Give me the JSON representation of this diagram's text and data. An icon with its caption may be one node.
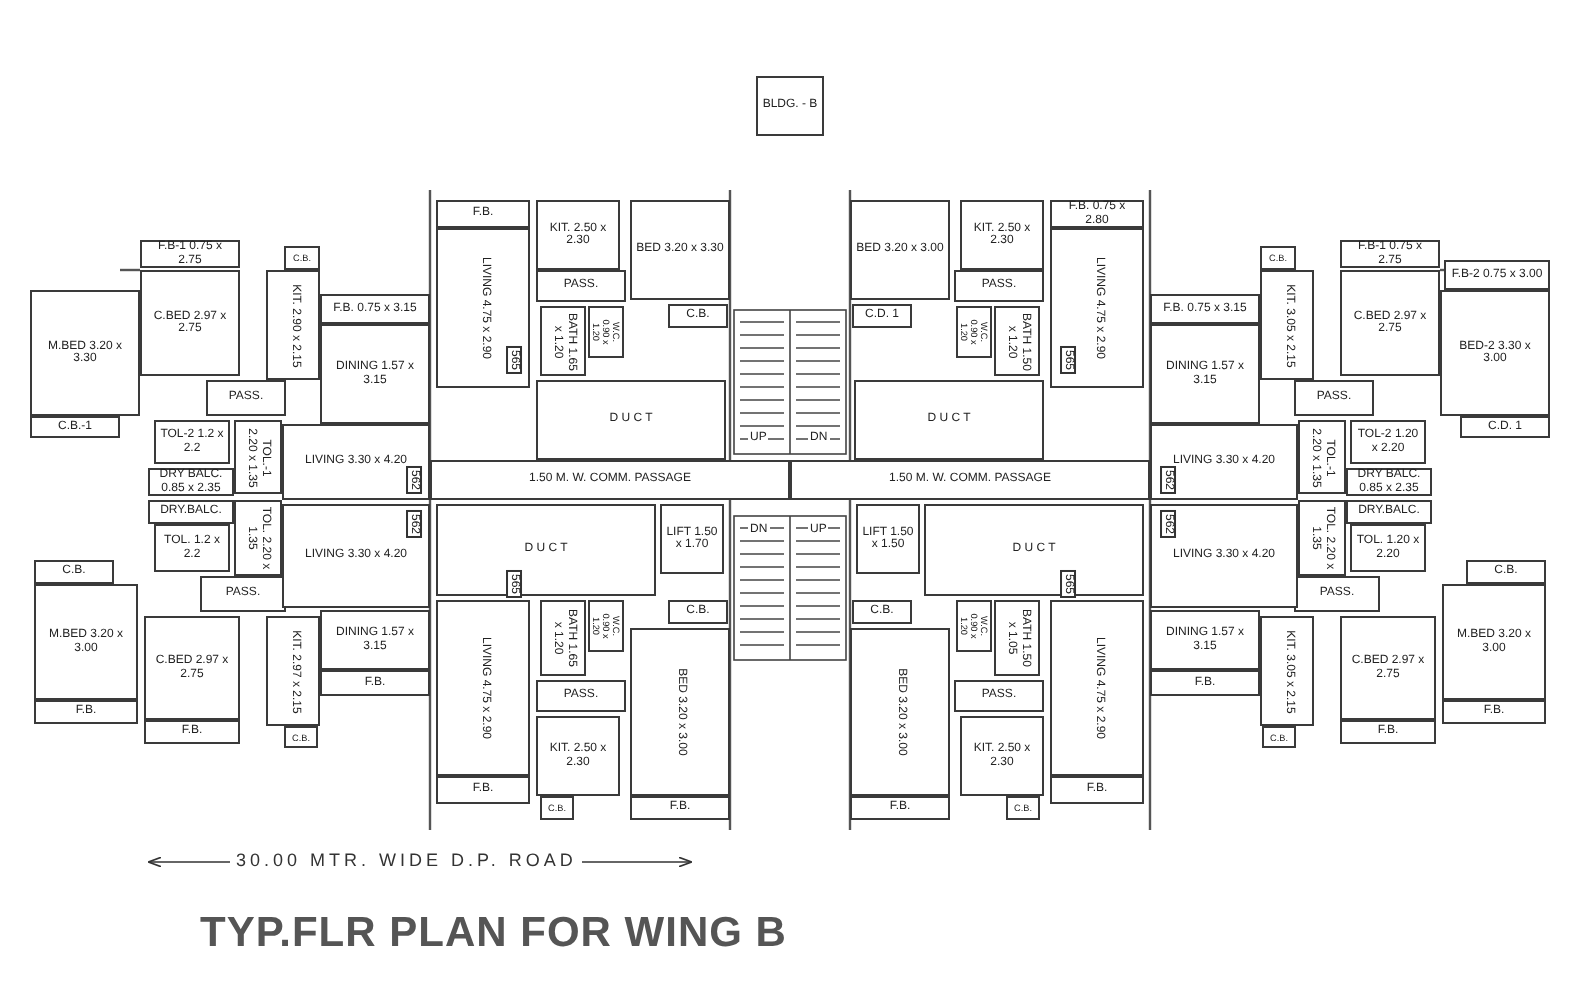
{
  "diagram": {
    "title": "TYP.FLR PLAN FOR WING B",
    "nodes": [
      {
        "text": [
          "F.B-1 0.75 x 2.75"
        ]
      },
      {
        "text": [
          "C.B."
        ]
      },
      {
        "text": [
          "M.BED 3.20 x 3.30"
        ]
      },
      {
        "text": [
          "C.BED 2.97 x 2.75"
        ]
      },
      {
        "text": [
          "KIT. 2.90 x 2.15"
        ]
      },
      {
        "text": [
          "F.B. 0.75 x 3.15"
        ]
      },
      {
        "text": [
          "DINING 1.57 x 3.15"
        ]
      },
      {
        "text": [
          "C.B.-1"
        ]
      },
      {
        "text": [
          "PASS."
        ]
      },
      {
        "text": [
          "TOL-2 1.2 x 2.2"
        ]
      },
      {
        "text": [
          "TOL.-1 2.20 x 1.35"
        ]
      },
      {
        "text": [
          "DRY BALC. 0.85 x 2.35"
        ]
      },
      {
        "text": [
          "LIVING 3.30 x 4.20"
        ]
      },
      {
        "text": [
          "DRY.BALC."
        ]
      },
      {
        "text": [
          "TOL. 2.20 x 1.35"
        ]
      },
      {
        "text": [
          "TOL. 1.2 x 2.2"
        ]
      },
      {
        "text": [
          "C.B."
        ]
      },
      {
        "text": [
          "M.BED 3.20 x 3.00"
        ]
      },
      {
        "text": [
          "PASS."
        ]
      },
      {
        "text": [
          "C.BED 2.97 x 2.75"
        ]
      },
      {
        "text": [
          "KIT. 2.97 x 2.15"
        ]
      },
      {
        "text": [
          "DINING 1.57 x 3.15"
        ]
      },
      {
        "text": [
          "F.B."
        ]
      },
      {
        "text": [
          "F.B."
        ]
      },
      {
        "text": [
          "F.B."
        ]
      },
      {
        "text": [
          "C.B."
        ]
      },
      {
        "text": [
          "LIVING 3.30 x 4.20"
        ]
      },
      {
        "text": [
          "F.B."
        ]
      },
      {
        "text": [
          "LIVING 4.75 x 2.90"
        ]
      },
      {
        "text": [
          "KIT. 2.50 x 2.30"
        ]
      },
      {
        "text": [
          "BED 3.20 x 3.30"
        ]
      },
      {
        "text": [
          "PASS."
        ]
      },
      {
        "text": [
          "BATH 1.65 x 1.20"
        ]
      },
      {
        "text": [
          "W.C. 0.90 x 1.20"
        ]
      },
      {
        "text": [
          "C.B."
        ]
      },
      {
        "text": [
          "D U C T"
        ]
      },
      {
        "text": [
          "1.50 M. W. COMM. PASSAGE"
        ]
      },
      {
        "text": [
          "LIFT 1.50 x 1.70"
        ]
      },
      {
        "text": [
          "D U C T"
        ]
      },
      {
        "text": [
          "BATH 1.65 x 1.20"
        ]
      },
      {
        "text": [
          "W.C. 0.90 x 1.20"
        ]
      },
      {
        "text": [
          "C.B."
        ]
      },
      {
        "text": [
          "PASS."
        ]
      },
      {
        "text": [
          "BED 3.20 x 3.00"
        ]
      },
      {
        "text": [
          "KIT. 2.50 x 2.30"
        ]
      },
      {
        "text": [
          "F.B."
        ]
      },
      {
        "text": [
          "C.B."
        ]
      },
      {
        "text": [
          "LIVING 4.75 x 2.90"
        ]
      },
      {
        "text": [
          "F.B."
        ]
      },
      {
        "text": [
          "F.B-1 0.75 x 2.75"
        ]
      },
      {
        "text": [
          "C.B."
        ]
      },
      {
        "text": [
          "BED-2 3.30 x 3.00"
        ]
      },
      {
        "text": [
          "C.BED 2.97 x 2.75"
        ]
      },
      {
        "text": [
          "KIT. 3.05 x 2.15"
        ]
      },
      {
        "text": [
          "F.B. 0.75 x 3.15"
        ]
      },
      {
        "text": [
          "DINING 1.57 x 3.15"
        ]
      },
      {
        "text": [
          "C.D. 1"
        ]
      },
      {
        "text": [
          "PASS."
        ]
      },
      {
        "text": [
          "TOL-2 1.20 x 2.20"
        ]
      },
      {
        "text": [
          "TOL.-1 2.20 x 1.35"
        ]
      },
      {
        "text": [
          "DRY BALC. 0.85 x 2.35"
        ]
      },
      {
        "text": [
          "LIVING 3.30 x 4.20"
        ]
      },
      {
        "text": [
          "DRY.BALC."
        ]
      },
      {
        "text": [
          "TOL. 2.20 x 1.35"
        ]
      },
      {
        "text": [
          "TOL. 1.20 x 2.20"
        ]
      },
      {
        "text": [
          "C.B."
        ]
      },
      {
        "text": [
          "M.BED 3.20 x 3.00"
        ]
      },
      {
        "text": [
          "PASS."
        ]
      },
      {
        "text": [
          "C.BED 2.97 x 2.75"
        ]
      },
      {
        "text": [
          "KIT. 3.05 x 2.15"
        ]
      },
      {
        "text": [
          "DINING 1.57 x 3.15"
        ]
      },
      {
        "text": [
          "F.B."
        ]
      },
      {
        "text": [
          "F.B."
        ]
      },
      {
        "text": [
          "F.B."
        ]
      },
      {
        "text": [
          "C.B."
        ]
      },
      {
        "text": [
          "LIVING 3.30 x 4.20"
        ]
      },
      {
        "text": [
          "F.B. 0.75 x 2.80"
        ]
      },
      {
        "text": [
          "LIVING 4.75 x 2.90"
        ]
      },
      {
        "text": [
          "KIT. 2.50 x 2.30"
        ]
      },
      {
        "text": [
          "BED 3.20 x 3.00"
        ]
      },
      {
        "text": [
          "PASS."
        ]
      },
      {
        "text": [
          "BATH 1.50 x 1.20"
        ]
      },
      {
        "text": [
          "W.C. 0.90 x 1.20"
        ]
      },
      {
        "text": [
          "C.D. 1"
        ]
      },
      {
        "text": [
          "D U C T"
        ]
      },
      {
        "text": [
          "1.50 M. W. COMM. PASSAGE"
        ]
      },
      {
        "text": [
          "LIFT 1.50 x 1.50"
        ]
      },
      {
        "text": [
          "D U C T"
        ]
      },
      {
        "text": [
          "BATH 1.50 x 1.05"
        ]
      },
      {
        "text": [
          "W.C. 0.90 x 1.20"
        ]
      },
      {
        "text": [
          "C.B."
        ]
      },
      {
        "text": [
          "PASS."
        ]
      },
      {
        "text": [
          "BED 3.20 x 3.00"
        ]
      },
      {
        "text": [
          "KIT. 2.50 x 2.30"
        ]
      },
      {
        "text": [
          "F.B."
        ]
      },
      {
        "text": [
          "C.B."
        ]
      },
      {
        "text": [
          "LIVING 4.75 x 2.90"
        ]
      },
      {
        "text": [
          "F.B."
        ]
      },
      {
        "text": [
          "BLDG. - B"
        ]
      },
      {
        "text": [
          "F.B-2 0.75 x 3.00"
        ]
      }
    ],
    "labels": [
      "UP",
      "DN",
      "DN",
      "UP",
      "565",
      "562",
      "562",
      "565",
      "565",
      "562",
      "562",
      "565",
      "30.00 MTR. WIDE D.P. ROAD"
    ]
  }
}
